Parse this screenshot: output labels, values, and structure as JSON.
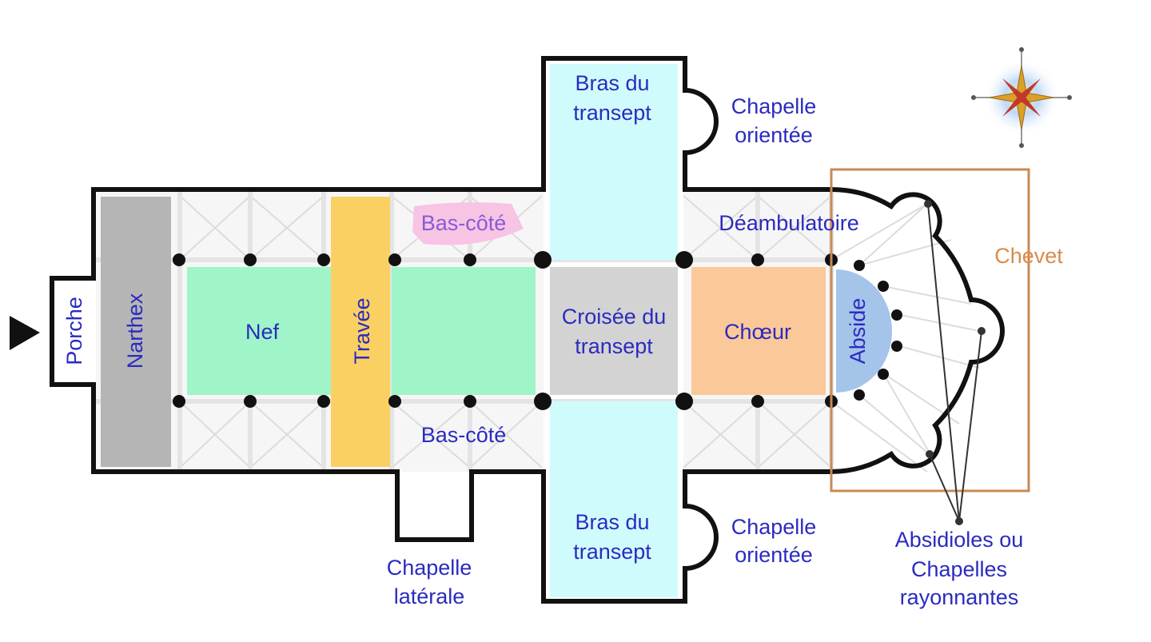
{
  "labels": {
    "porche": "Porche",
    "narthex": "Narthex",
    "nef": "Nef",
    "travee": "Travée",
    "bas_cote_top": "Bas-côté",
    "bas_cote_bottom": "Bas-côté",
    "croisee_l1": "Croisée du",
    "croisee_l2": "transept",
    "choeur": "Chœur",
    "abside": "Abside",
    "deambulatoire": "Déambulatoire",
    "chevet": "Chevet",
    "bras_top_l1": "Bras du",
    "bras_top_l2": "transept",
    "bras_bottom_l1": "Bras du",
    "bras_bottom_l2": "transept",
    "chapelle_orientee_top_l1": "Chapelle",
    "chapelle_orientee_top_l2": "orientée",
    "chapelle_orientee_bottom_l1": "Chapelle",
    "chapelle_orientee_bottom_l2": "orientée",
    "chapelle_laterale_l1": "Chapelle",
    "chapelle_laterale_l2": "latérale",
    "absidioles_l1": "Absidioles ou",
    "absidioles_l2": "Chapelles",
    "absidioles_l3": "rayonnantes"
  },
  "colors": {
    "narthex": "#b5b5b5",
    "nef": "#9ff5c8",
    "travee": "#fbd062",
    "croisee": "#d3d3d3",
    "choeur": "#fbc899",
    "abside": "#a4c4ea",
    "transept": "#d0fbfd",
    "bas_cote_highlight": "#f7c4e4",
    "chevet_frame": "#c98a55",
    "label": "#2b2bbf",
    "wall": "#111111"
  },
  "icons": {
    "entrance": "entrance-arrow-icon",
    "compass": "compass-rose-icon"
  }
}
